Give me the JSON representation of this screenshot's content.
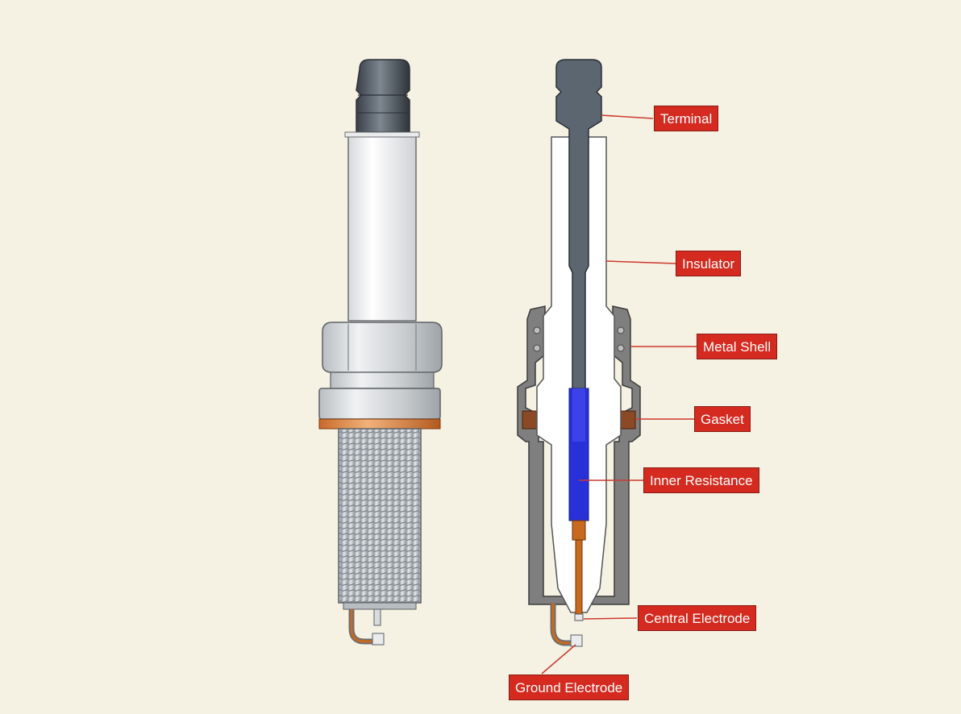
{
  "colors": {
    "background": "#f5f1e3",
    "label_bg": "#d42a1f",
    "leader": "#cc3a30",
    "terminal": "#5b6670",
    "insulator": "#ffffff",
    "metal_shell": "#7f7f7f",
    "gasket": "#8b4a25",
    "inner_resistance": "#2830d8",
    "electrode": "#c86a1e",
    "threads": "#c3c8ce"
  },
  "labels": {
    "terminal": "Terminal",
    "insulator": "Insulator",
    "metal_shell": "Metal Shell",
    "gasket": "Gasket",
    "inner_resistance": "Inner Resistance",
    "central_electrode": "Central Electrode",
    "ground_electrode": "Ground Electrode"
  }
}
